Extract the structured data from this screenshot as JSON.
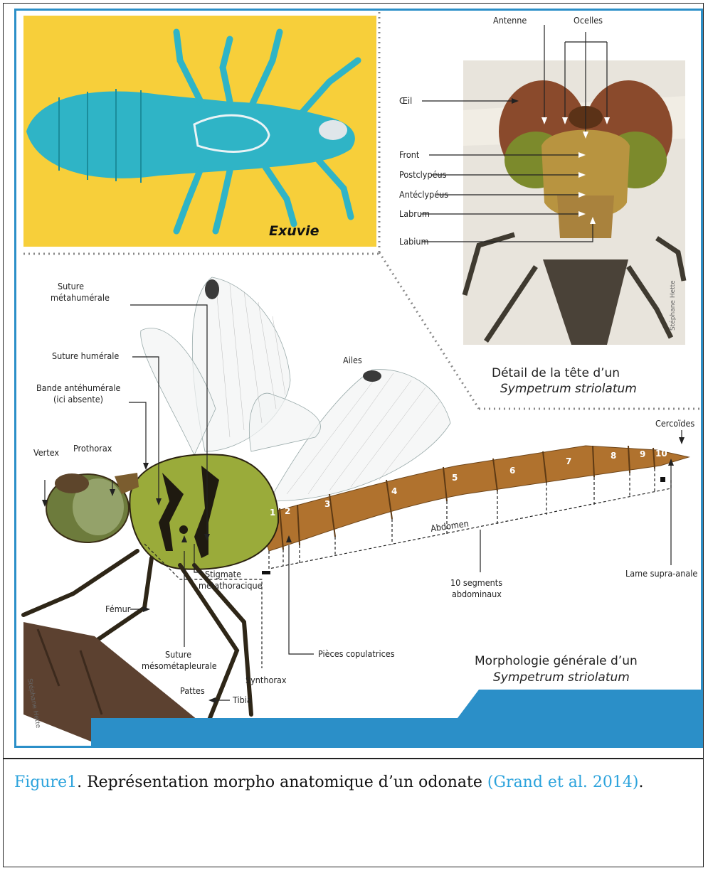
{
  "exuvie_label": "Exuvie",
  "head_labels": {
    "antenne": "Antenne",
    "ocelles": "Ocelles",
    "oeil": "Œil",
    "front": "Front",
    "postclypeus": "Postclypéus",
    "anteclypeus": "Antéclypéus",
    "labrum": "Labrum",
    "labium": "Labium"
  },
  "head_caption": {
    "line1": "Détail de la tête d’un",
    "line2": "Sympetrum striolatum"
  },
  "body_labels": {
    "suture_metahumerale_1": "Suture",
    "suture_metahumerale_2": "métahumérale",
    "suture_humerale": "Suture humérale",
    "bande_1": "Bande antéhumérale",
    "bande_2": "(ici absente)",
    "vertex": "Vertex",
    "prothorax": "Prothorax",
    "ailes": "Ailes",
    "cercoides": "Cercoïdes",
    "abdomen": "Abdomen",
    "segments_1": "10 segments",
    "segments_2": "abdominaux",
    "lame": "Lame supra-anale",
    "stigmate_1": "Stigmate",
    "stigmate_2": "métathoracique",
    "femur": "Fémur",
    "suture_meso_1": "Suture",
    "suture_meso_2": "mésométapleurale",
    "pieces": "Pièces copulatrices",
    "synthorax": "Synthorax",
    "pattes": "Pattes",
    "tibia": "Tibia"
  },
  "segment_numbers": [
    "1",
    "2",
    "3",
    "4",
    "5",
    "6",
    "7",
    "8",
    "9",
    "10"
  ],
  "main_caption": {
    "line1": "Morphologie générale d’un",
    "line2": "Sympetrum striolatum"
  },
  "credit": "Stéphane Hette",
  "figure_caption": {
    "label": "Figure1",
    "text": ". Représentation morpho anatomique d’un odonate ",
    "citation": "(Grand et al. 2014)",
    "end": "."
  },
  "colors": {
    "accent_blue": "#2b8fc8",
    "caption_blue": "#2ca3dc",
    "exuvie_bg": "#f7cf3a",
    "exuvie_fill": "#2fb4c6"
  }
}
